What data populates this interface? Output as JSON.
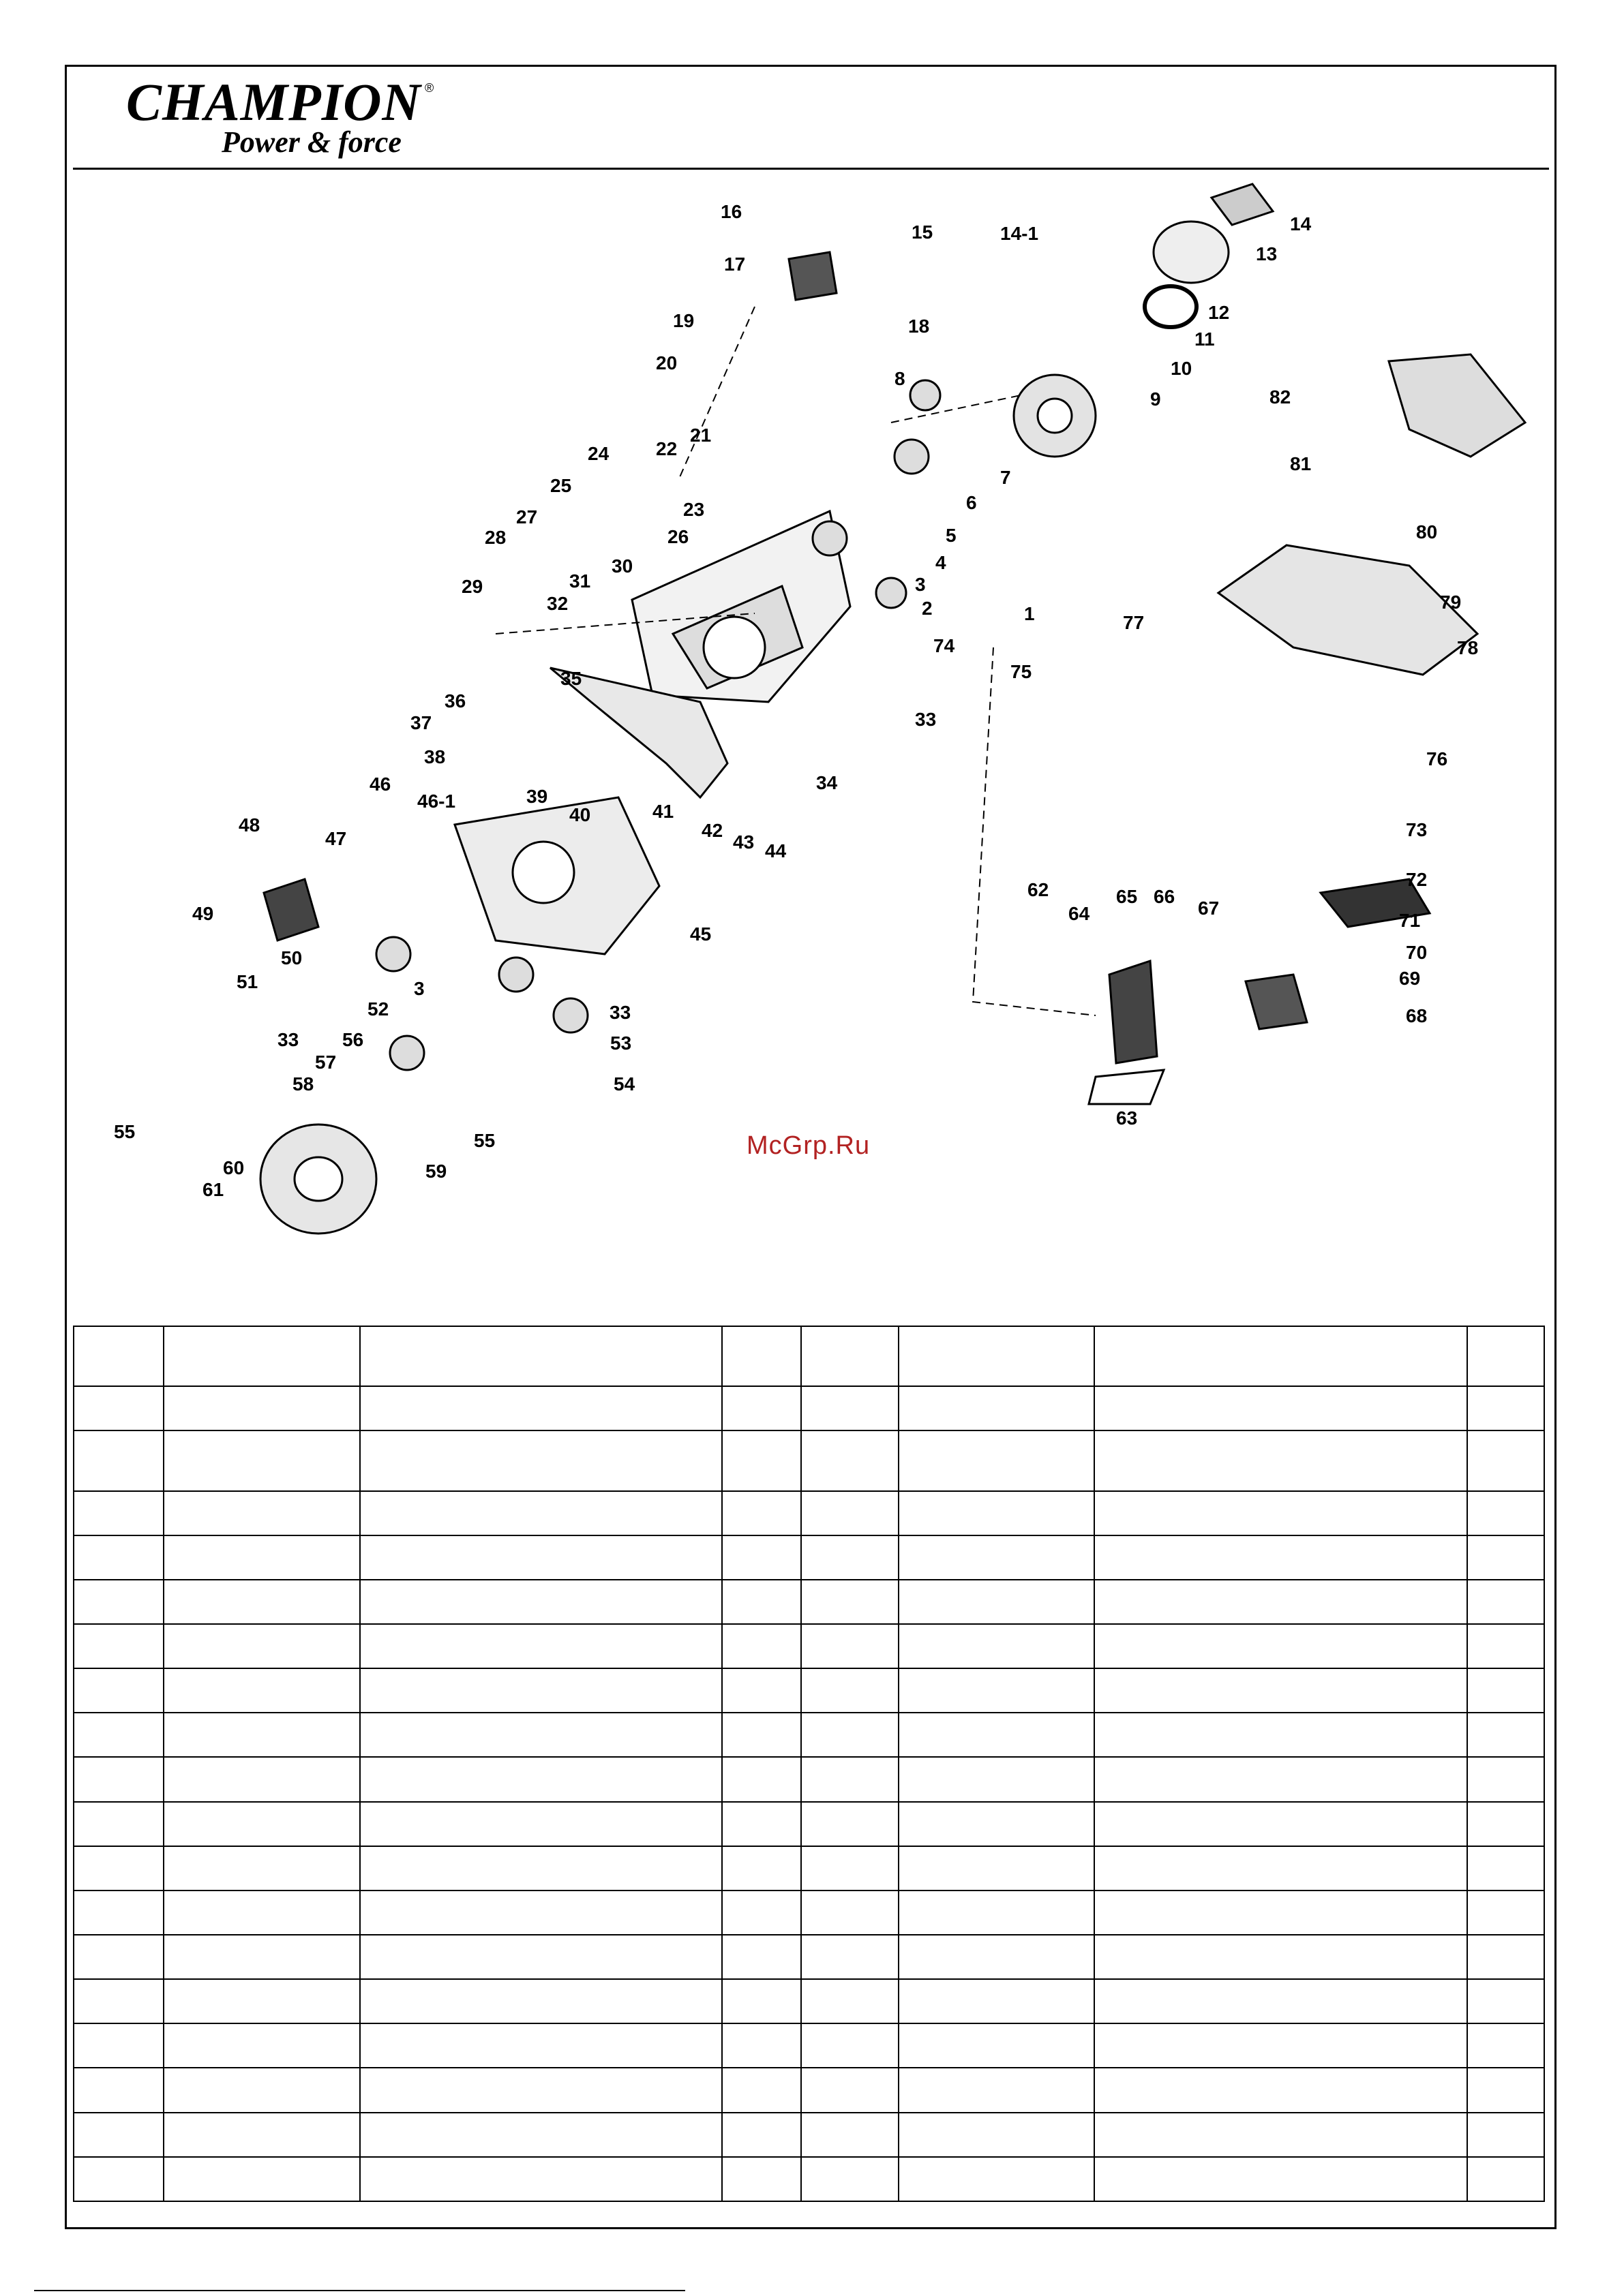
{
  "header": {
    "brand": "CHAMPION",
    "tagline": "Power & force",
    "registered_mark": "®"
  },
  "watermark": "McGrp.Ru",
  "diagram": {
    "callouts": [
      "1",
      "2",
      "3",
      "3",
      "4",
      "5",
      "6",
      "7",
      "8",
      "9",
      "10",
      "11",
      "12",
      "13",
      "14",
      "14-1",
      "15",
      "16",
      "17",
      "18",
      "19",
      "20",
      "21",
      "22",
      "23",
      "24",
      "25",
      "26",
      "27",
      "28",
      "29",
      "30",
      "31",
      "32",
      "33",
      "33",
      "33",
      "34",
      "35",
      "36",
      "37",
      "38",
      "39",
      "40",
      "41",
      "42",
      "43",
      "44",
      "45",
      "46",
      "46-1",
      "47",
      "48",
      "49",
      "50",
      "51",
      "52",
      "53",
      "54",
      "55",
      "55",
      "56",
      "57",
      "58",
      "59",
      "60",
      "61",
      "62",
      "63",
      "64",
      "65",
      "66",
      "67",
      "68",
      "69",
      "70",
      "71",
      "72",
      "73",
      "74",
      "75",
      "76",
      "77",
      "78",
      "79",
      "80",
      "81",
      "82"
    ]
  },
  "parts_table": {
    "columns": 8,
    "rows": 19
  }
}
